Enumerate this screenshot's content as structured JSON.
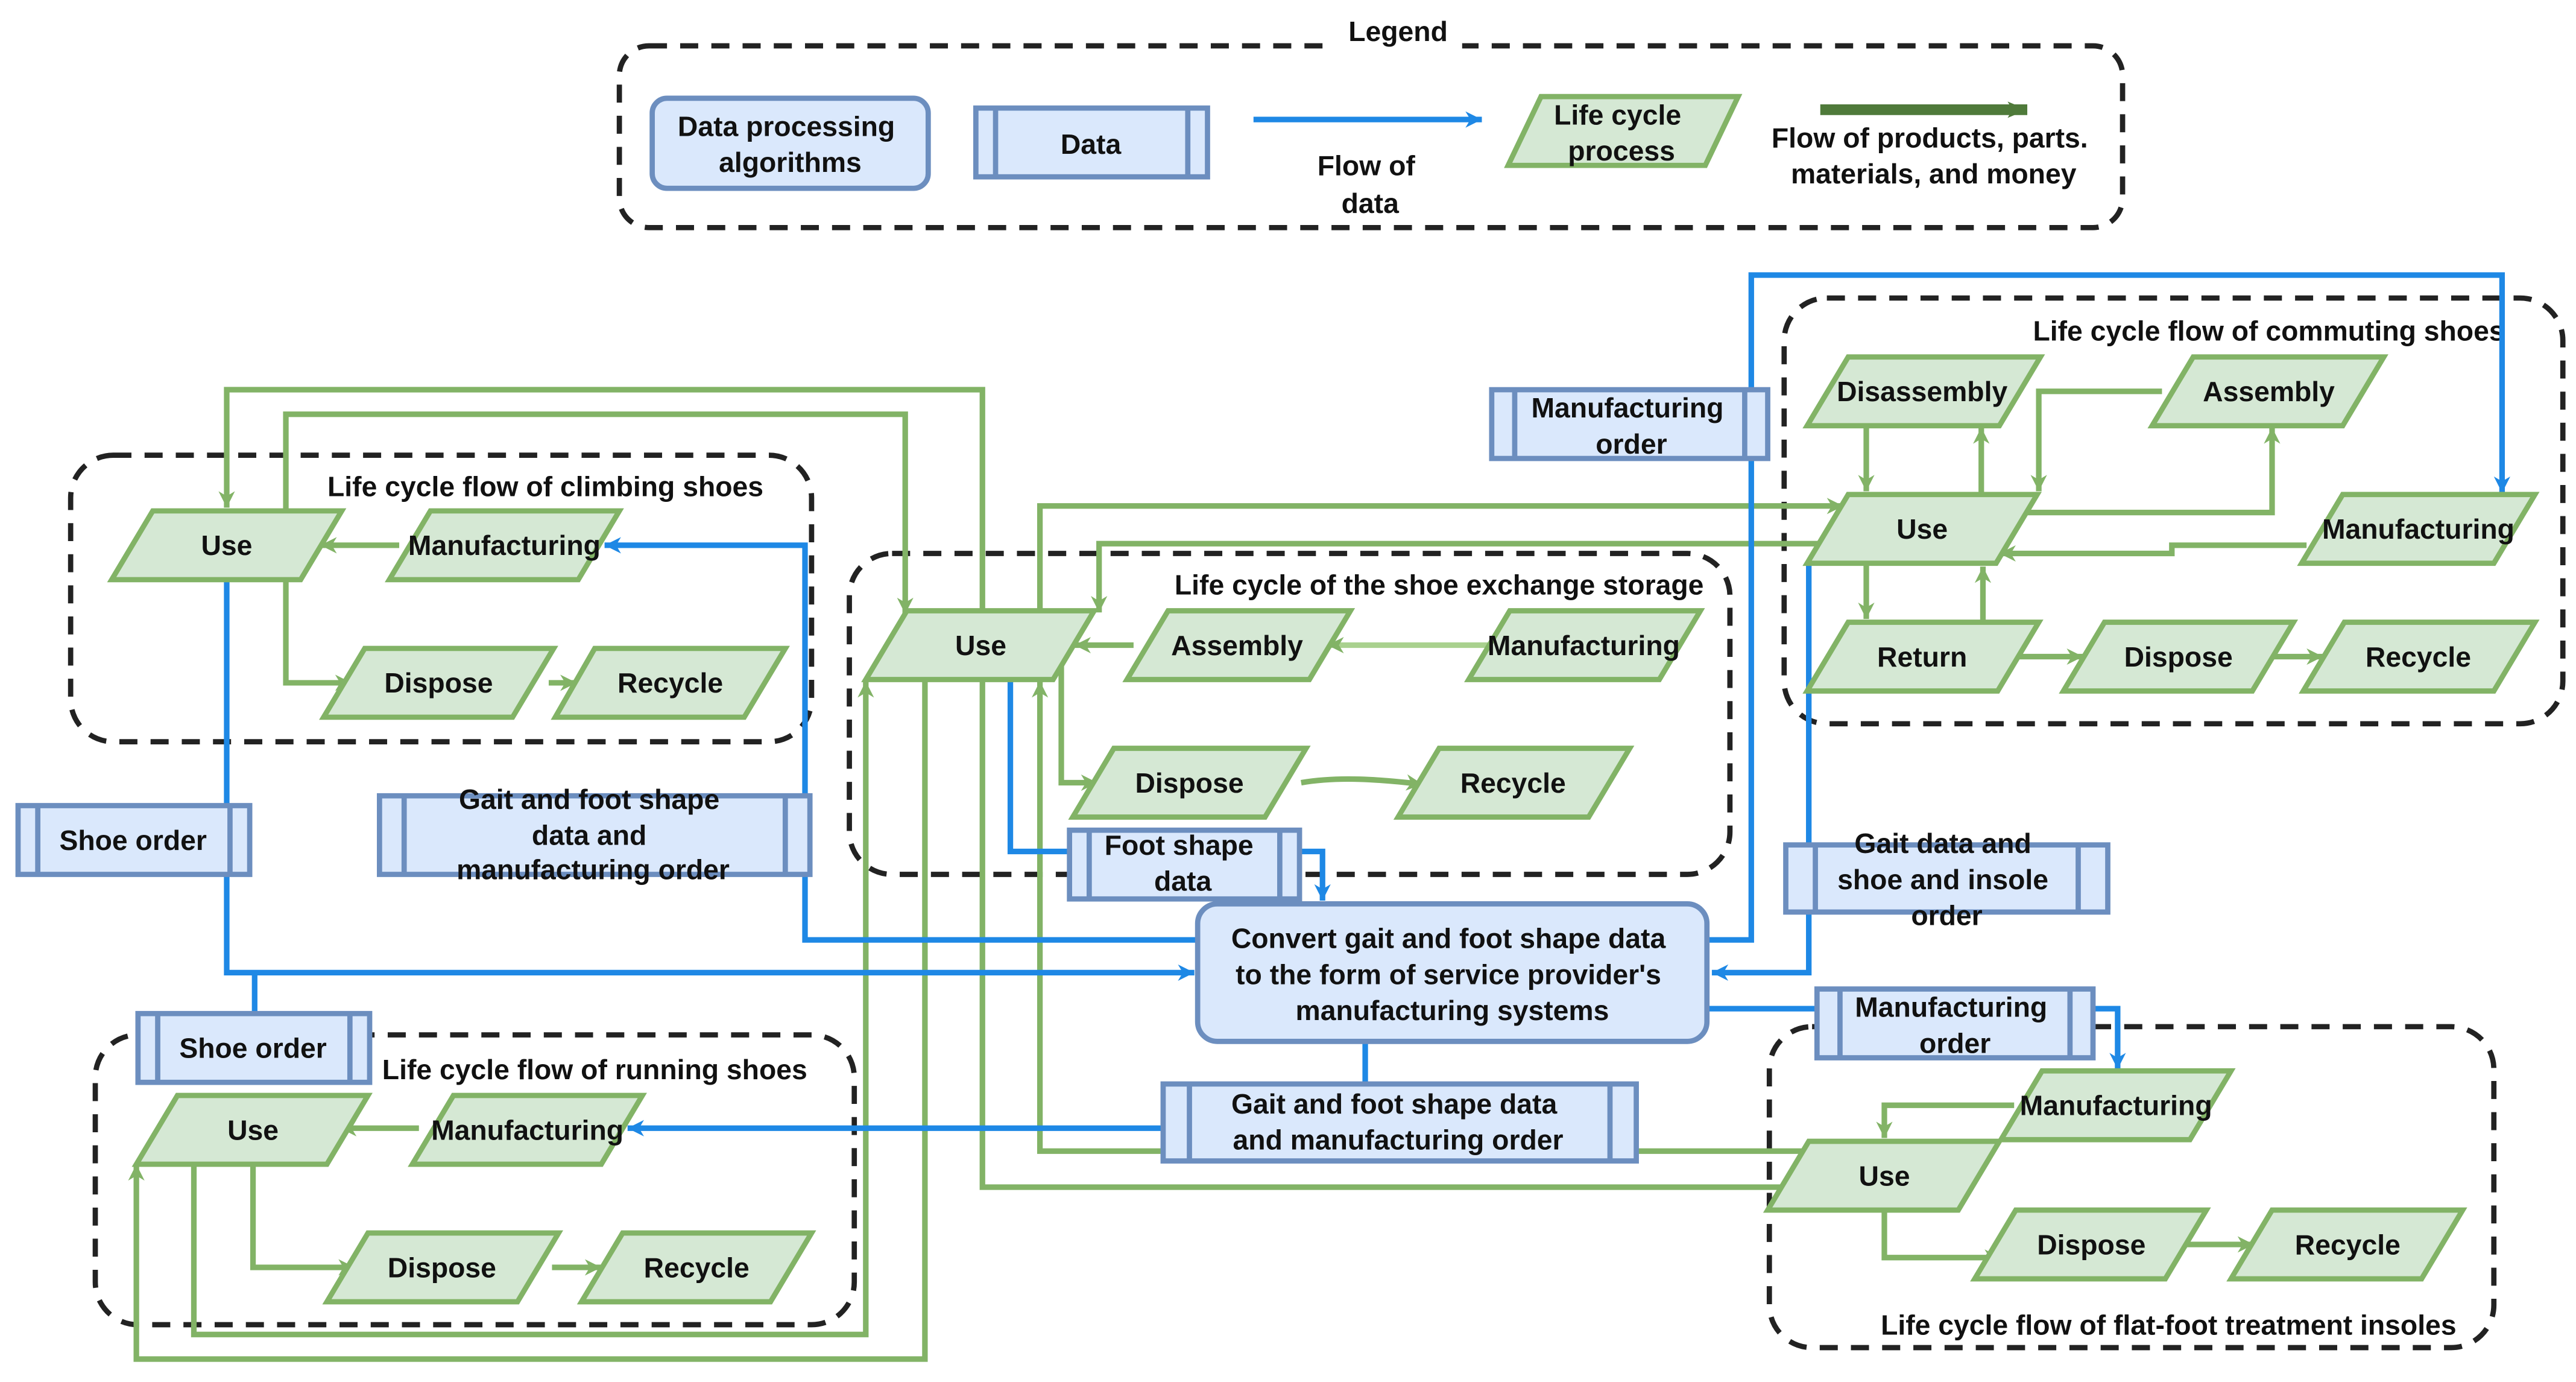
{
  "legend": {
    "title": "Legend",
    "data_processing": [
      "Data processing",
      "algorithms"
    ],
    "data": "Data",
    "flow_of_data": [
      "Flow of",
      "data"
    ],
    "life_cycle_process": [
      "Life cycle",
      "process"
    ],
    "flow_of_products": [
      "Flow of products, parts.",
      "materials, and money"
    ]
  },
  "groups": {
    "climbing": "Life cycle flow of climbing shoes",
    "exchange": "Life cycle of the shoe exchange storage",
    "commuting": "Life cycle flow of commuting shoes",
    "running": "Life cycle flow of running shoes",
    "insoles": "Life cycle flow of flat-foot treatment insoles"
  },
  "process_labels": {
    "use": "Use",
    "manufacturing": "Manufacturing",
    "dispose": "Dispose",
    "recycle": "Recycle",
    "assembly": "Assembly",
    "disassembly": "Disassembly",
    "return": "Return"
  },
  "converter": [
    "Convert gait and foot shape data",
    "to  the form of service provider's",
    "manufacturing systems"
  ],
  "data_nodes": {
    "shoe_order_top": "Shoe order",
    "shoe_order_bottom": "Shoe order",
    "gait_order_left": [
      "Gait and foot shape",
      "data and",
      "manufacturing order"
    ],
    "foot_shape_data": [
      "Foot shape",
      "data"
    ],
    "manufacturing_order_top": [
      "Manufacturing",
      "order"
    ],
    "gait_shoe_insole": [
      "Gait data and",
      "shoe and insole",
      "order"
    ],
    "manufacturing_order_right": [
      "Manufacturing",
      "order"
    ],
    "gait_order_bottom": [
      "Gait and foot shape data",
      "and manufacturing order"
    ]
  },
  "colors": {
    "process_fill": "#d5e8d4",
    "process_stroke": "#82b366",
    "data_fill": "#dae8fc",
    "data_stroke": "#6c8ebf",
    "data_flow": "#1e88e5",
    "product_flow": "#82b366",
    "legend_product_arrow": "#4f7a3a"
  }
}
